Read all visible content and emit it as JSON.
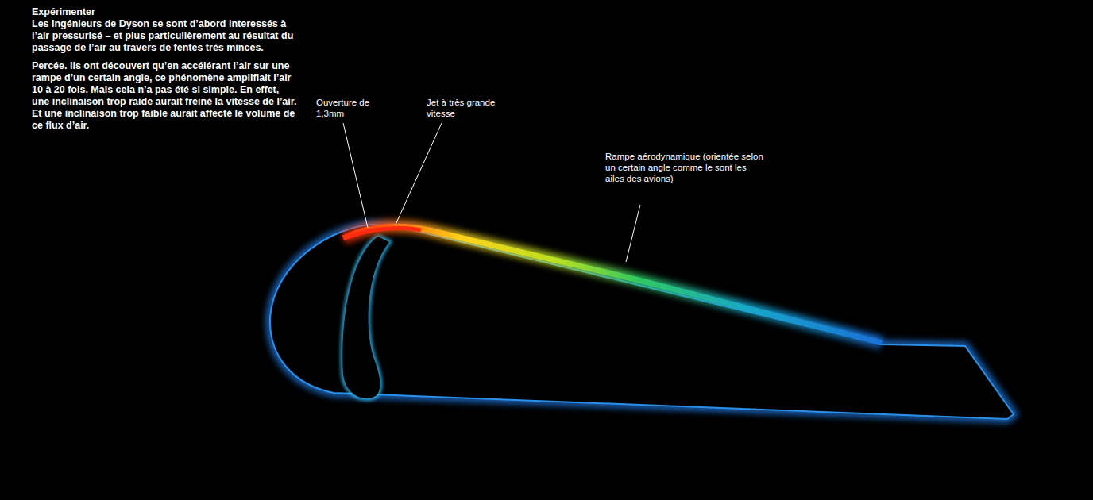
{
  "diagram": {
    "title": "Expérimenter",
    "labels": [
      "Les ingénieurs de Dyson se sont d’abord interessés à l’air pressurisé – et plus particulièrement au résultat du passage de l’air au travers de fentes très minces.",
      "Percée. Ils ont découvert qu’en accélérant l’air sur une rampe d’un certain angle, ce phénomène amplifiait l’air 10 à 20 fois. Mais cela n’a pas été si simple. En effet, une inclinaison trop raide aurait freiné la vitesse de l’air. Et une inclinaison trop faible aurait affecté le volume de ce flux d’air.",
      "Ouverture de 1,3mm",
      "Jet à très grande vitesse",
      "Rampe aérodynamique (orientée selon un certain angle comme le sont les ailes des avions)"
    ]
  }
}
